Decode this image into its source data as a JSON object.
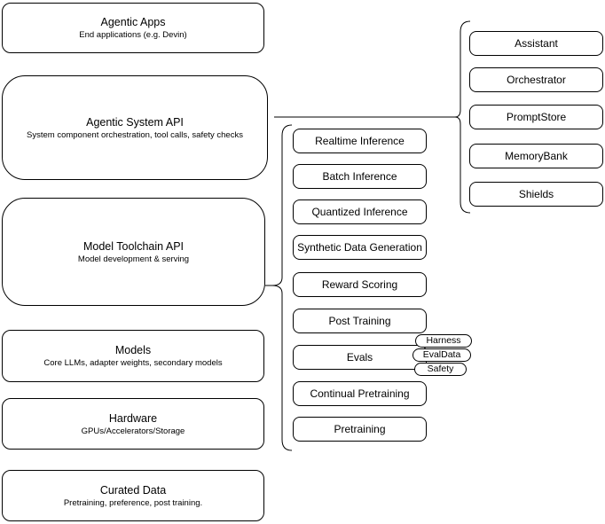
{
  "diagram": {
    "background": "#ffffff",
    "stroke_color": "#000000",
    "node_fill": "#ffffff",
    "left_column": [
      {
        "title": "Agentic Apps",
        "subtitle": "End applications (e.g. Devin)"
      },
      {
        "title": "Agentic System API",
        "subtitle": "System component orchestration, tool calls, safety checks"
      },
      {
        "title": "Model Toolchain API",
        "subtitle": "Model development & serving"
      },
      {
        "title": "Models",
        "subtitle": "Core LLMs, adapter weights, secondary models"
      },
      {
        "title": "Hardware",
        "subtitle": "GPUs/Accelerators/Storage"
      },
      {
        "title": "Curated Data",
        "subtitle": "Pretraining, preference, post training."
      }
    ],
    "toolchain_services": [
      {
        "label": "Realtime Inference"
      },
      {
        "label": "Batch Inference"
      },
      {
        "label": "Quantized Inference"
      },
      {
        "label": "Synthetic Data Generation"
      },
      {
        "label": "Reward Scoring"
      },
      {
        "label": "Post Training"
      },
      {
        "label": "Evals"
      },
      {
        "label": "Continual Pretraining"
      },
      {
        "label": "Pretraining"
      }
    ],
    "evals_tags": [
      {
        "label": "Harness"
      },
      {
        "label": "EvalData"
      },
      {
        "label": "Safety"
      }
    ],
    "system_components": [
      {
        "label": "Assistant"
      },
      {
        "label": "Orchestrator"
      },
      {
        "label": "PromptStore"
      },
      {
        "label": "MemoryBank"
      },
      {
        "label": "Shields"
      }
    ]
  }
}
